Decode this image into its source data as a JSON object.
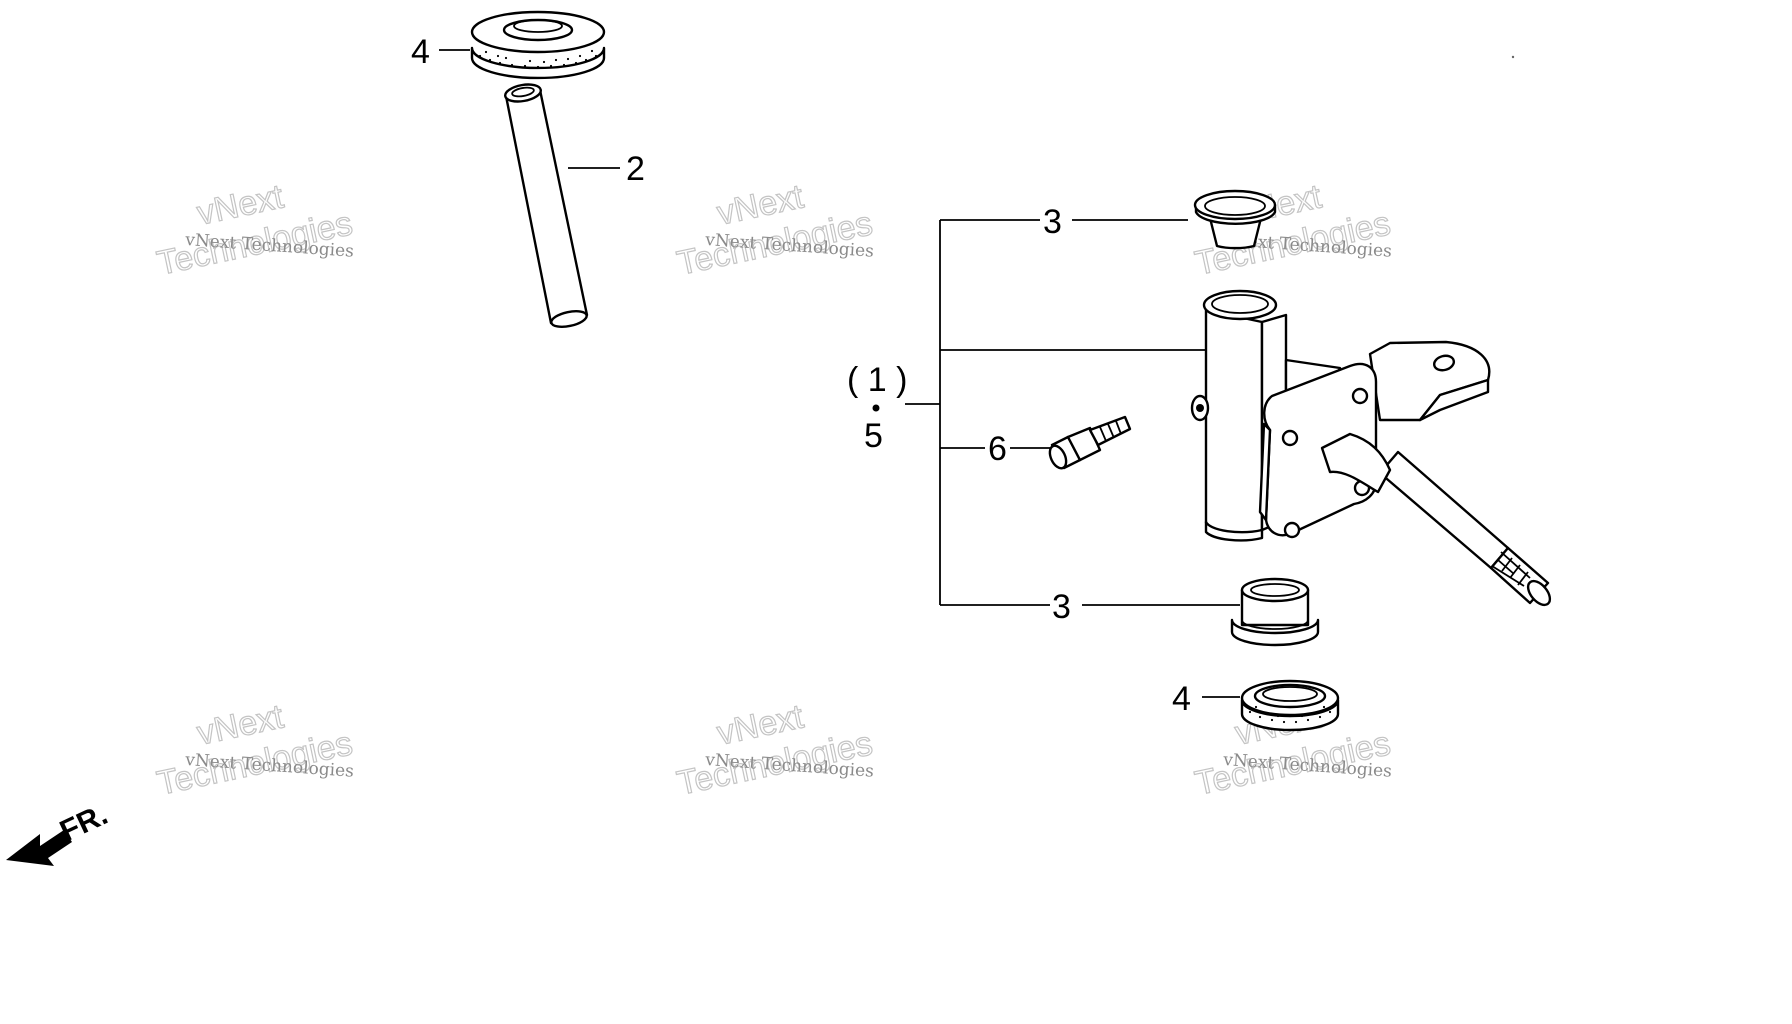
{
  "callouts": {
    "seal_top": "4",
    "pipe": "2",
    "bushing_top": "3",
    "assembly_paren": "( 1 )",
    "assembly_alt": "5",
    "grease_fitting": "6",
    "bushing_bottom": "3",
    "seal_bottom": "4"
  },
  "front_arrow": {
    "label": "FR."
  },
  "watermark": {
    "small_text": "vNext Technologies",
    "line1": "vNext",
    "line2": "Technologies"
  }
}
